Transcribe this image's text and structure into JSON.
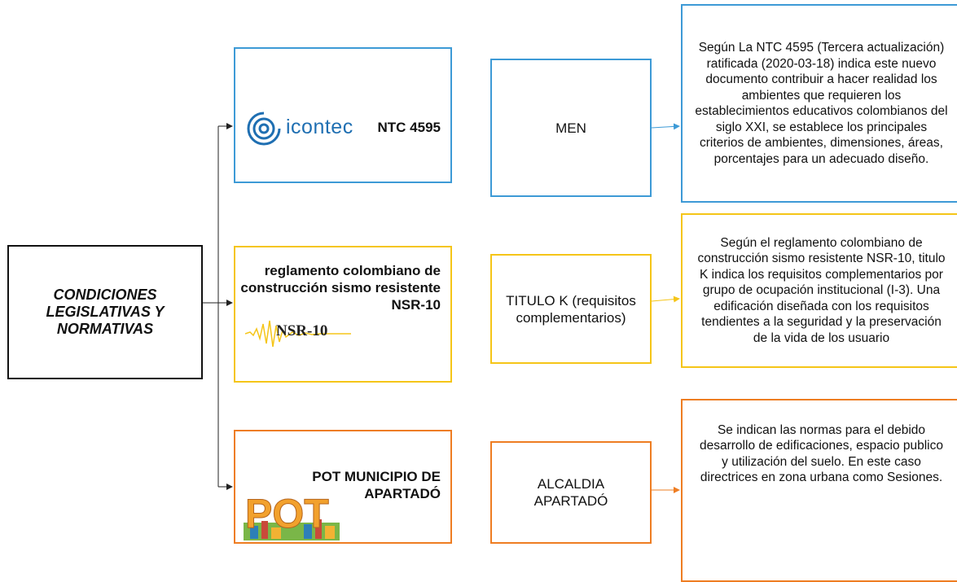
{
  "root": {
    "label": "CONDICIONES LEGISLATIVAS Y NORMATIVAS"
  },
  "rows": [
    {
      "logo_text": "icontec",
      "norm_title": "NTC 4595",
      "entity": "MEN",
      "description": "Según La NTC 4595 (Tercera actualización) ratificada (2020-03-18) indica este nuevo documento contribuir a hacer realidad los ambientes que requieren los establecimientos educativos colombianos del siglo XXI, se establece los principales criterios de ambientes, dimensiones, áreas, porcentajes para un adecuado diseño.",
      "color": "#3d9ad6"
    },
    {
      "logo_text": "NSR-10",
      "norm_title": "reglamento colombiano de construcción sismo resistente NSR-10",
      "entity": "TITULO K (requisitos complementarios)",
      "description": "Según el reglamento colombiano de construcción sismo resistente NSR-10, titulo K indica los requisitos complementarios por grupo de ocupación institucional (I-3). Una edificación diseñada con los requisitos tendientes a la seguridad y la preservación de la vida de los usuario",
      "color": "#f5c518"
    },
    {
      "logo_text": "POT",
      "norm_title": "POT MUNICIPIO DE APARTADÓ",
      "entity": "ALCALDIA APARTADÓ",
      "description": "Se indican las normas para el debido desarrollo de edificaciones, espacio publico y utilización del suelo. En este caso directrices en zona urbana como Sesiones.",
      "color": "#ee7d22"
    }
  ]
}
